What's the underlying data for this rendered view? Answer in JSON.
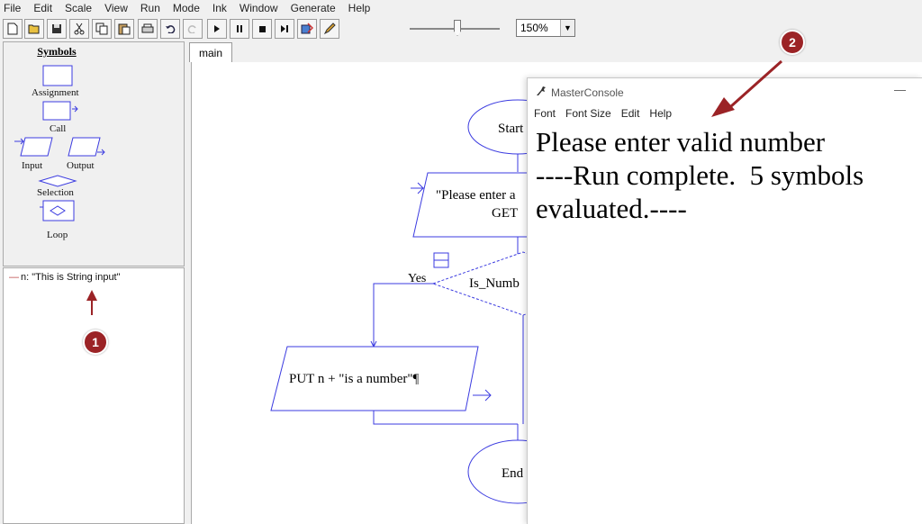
{
  "menu": [
    "File",
    "Edit",
    "Scale",
    "View",
    "Run",
    "Mode",
    "Ink",
    "Window",
    "Generate",
    "Help"
  ],
  "toolbar": {
    "buttons": [
      "new-icon",
      "open-icon",
      "save-icon",
      "cut-icon",
      "copy-icon",
      "paste-icon",
      "print-icon",
      "undo-icon",
      "redo-icon",
      "play-icon",
      "pause-icon",
      "stop-icon",
      "step-icon",
      "test-icon",
      "pen-icon"
    ],
    "zoom": "150%"
  },
  "symbols": {
    "title": "Symbols",
    "assignment": "Assignment",
    "call": "Call",
    "input": "Input",
    "output": "Output",
    "selection": "Selection",
    "loop": "Loop"
  },
  "variables": {
    "item": "n: \"This is String input\""
  },
  "tabs": {
    "main": "main"
  },
  "flowchart": {
    "start": "Start",
    "input_text_1": "\"Please enter a",
    "input_text_2": "GET",
    "decision": "Is_Numb",
    "yes_label": "Yes",
    "output": "PUT n  +  \"is a number\"¶",
    "end": "End"
  },
  "console": {
    "title": "MasterConsole",
    "minimize": "—",
    "menu": [
      "Font",
      "Font Size",
      "Edit",
      "Help"
    ],
    "output": "Please enter valid number\n----Run complete.  5 symbols evaluated.----"
  },
  "callouts": {
    "one": "1",
    "two": "2"
  },
  "colors": {
    "flow": "#3b3be0",
    "callout": "#9b2326"
  }
}
